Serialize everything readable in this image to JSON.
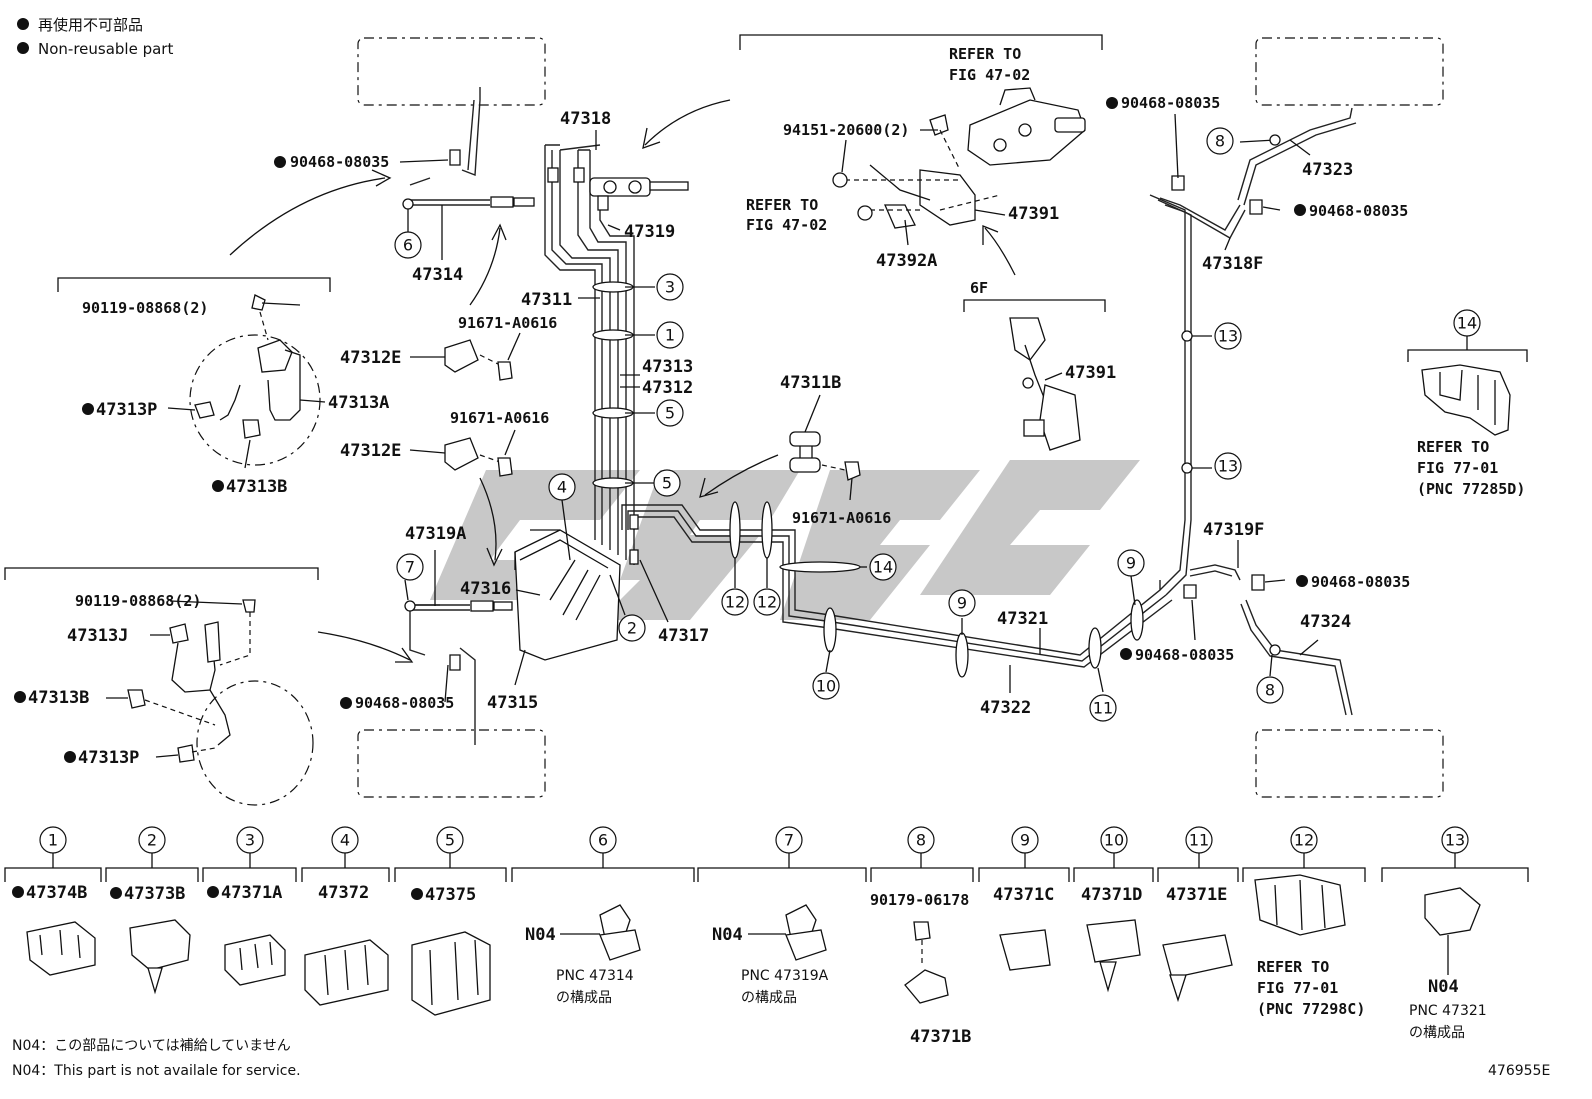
{
  "legend": {
    "jp": "再使用不可部品",
    "en": "Non-reusable part"
  },
  "footnotes": {
    "jp": "N04：この部品については補給していません",
    "en": "N04：This part is not availale for service."
  },
  "figure_id": "476955E",
  "main_labels": [
    {
      "key": "l47318",
      "text": "47318"
    },
    {
      "key": "l47319",
      "text": "47319"
    },
    {
      "key": "l47311",
      "text": "47311"
    },
    {
      "key": "l47313",
      "text": "47313"
    },
    {
      "key": "l47312",
      "text": "47312"
    },
    {
      "key": "l47314",
      "text": "47314"
    },
    {
      "key": "l47312E_a",
      "text": "47312E"
    },
    {
      "key": "l47312E_b",
      "text": "47312E"
    },
    {
      "key": "l91671_a",
      "text": "91671-A0616"
    },
    {
      "key": "l91671_b",
      "text": "91671-A0616"
    },
    {
      "key": "l91671_c",
      "text": "91671-A0616"
    },
    {
      "key": "l90468_tl",
      "text": "90468-08035"
    },
    {
      "key": "l90119_a",
      "text": "90119-08868(2)"
    },
    {
      "key": "l47313A",
      "text": "47313A"
    },
    {
      "key": "l47313P_a",
      "text": "47313P"
    },
    {
      "key": "l47313B_a",
      "text": "47313B"
    },
    {
      "key": "l47319A",
      "text": "47319A"
    },
    {
      "key": "l47316",
      "text": "47316"
    },
    {
      "key": "l47317",
      "text": "47317"
    },
    {
      "key": "l47315",
      "text": "47315"
    },
    {
      "key": "l90468_bl",
      "text": "90468-08035"
    },
    {
      "key": "l90119_b",
      "text": "90119-08868(2)"
    },
    {
      "key": "l47313J",
      "text": "47313J"
    },
    {
      "key": "l47313B_b",
      "text": "47313B"
    },
    {
      "key": "l47313P_b",
      "text": "47313P"
    },
    {
      "key": "l47311B",
      "text": "47311B"
    },
    {
      "key": "l47321",
      "text": "47321"
    },
    {
      "key": "l47322",
      "text": "47322"
    },
    {
      "key": "l94151",
      "text": "94151-20600(2)"
    },
    {
      "key": "l47391_a",
      "text": "47391"
    },
    {
      "key": "l47392A",
      "text": "47392A"
    },
    {
      "key": "l6F",
      "text": "6F"
    },
    {
      "key": "l47391_b",
      "text": "47391"
    },
    {
      "key": "l90468_tr1",
      "text": "90468-08035"
    },
    {
      "key": "l47323",
      "text": "47323"
    },
    {
      "key": "l90468_tr2",
      "text": "90468-08035"
    },
    {
      "key": "l47318F",
      "text": "47318F"
    },
    {
      "key": "l47319F",
      "text": "47319F"
    },
    {
      "key": "l90468_br1",
      "text": "90468-08035"
    },
    {
      "key": "l90468_br2",
      "text": "90468-08035"
    },
    {
      "key": "l47324",
      "text": "47324"
    }
  ],
  "refer_blocks": [
    {
      "key": "ref_a",
      "lines": [
        "REFER TO",
        "FIG 47-02"
      ]
    },
    {
      "key": "ref_b",
      "lines": [
        "REFER TO",
        "FIG 47-02"
      ]
    },
    {
      "key": "ref_c",
      "lines": [
        "REFER TO",
        "FIG 77-01",
        "(PNC 77285D)"
      ]
    },
    {
      "key": "ref_d",
      "lines": [
        "REFER TO",
        "FIG 77-01",
        "(PNC 77298C)"
      ]
    }
  ],
  "callouts": [
    "1",
    "2",
    "3",
    "4",
    "5",
    "6",
    "7",
    "8",
    "9",
    "10",
    "11",
    "12",
    "13",
    "14"
  ],
  "bottom_items": [
    {
      "num": "1",
      "part": "47374B",
      "nonreusable": true
    },
    {
      "num": "2",
      "part": "47373B",
      "nonreusable": true
    },
    {
      "num": "3",
      "part": "47371A",
      "nonreusable": true
    },
    {
      "num": "4",
      "part": "47372",
      "nonreusable": false
    },
    {
      "num": "5",
      "part": "47375",
      "nonreusable": true
    },
    {
      "num": "6",
      "part": "N04",
      "nonreusable": false,
      "note": [
        "PNC 47314",
        "の構成品"
      ]
    },
    {
      "num": "7",
      "part": "N04",
      "nonreusable": false,
      "note": [
        "PNC 47319A",
        "の構成品"
      ]
    },
    {
      "num": "8",
      "part": "90179-06178",
      "nonreusable": false,
      "sub": "47371B"
    },
    {
      "num": "9",
      "part": "47371C",
      "nonreusable": false
    },
    {
      "num": "10",
      "part": "47371D",
      "nonreusable": false
    },
    {
      "num": "11",
      "part": "47371E",
      "nonreusable": false
    },
    {
      "num": "12",
      "part": "",
      "nonreusable": false
    },
    {
      "num": "13",
      "part": "N04",
      "nonreusable": false,
      "note": [
        "PNC 47321",
        "の構成品"
      ]
    }
  ],
  "top_item_14": {
    "num": "14"
  }
}
